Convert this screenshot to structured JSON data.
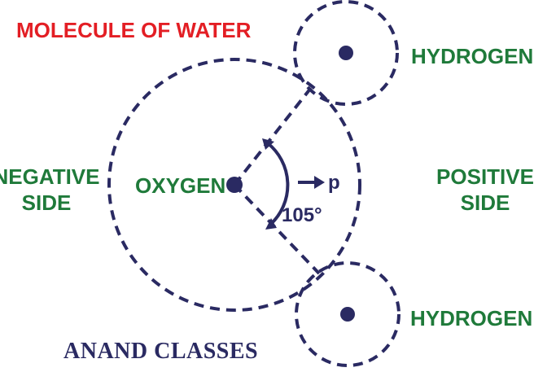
{
  "title": "MOLECULE OF WATER",
  "labels": {
    "hydrogen_top": "HYDROGEN",
    "hydrogen_bottom": "HYDROGEN",
    "oxygen": "OXYGEN",
    "negative_line1": "NEGATIVE",
    "negative_line2": "SIDE",
    "positive_line1": "POSITIVE",
    "positive_line2": "SIDE",
    "dipole": "p",
    "angle": "105°",
    "brand": "ANAND CLASSES"
  },
  "colors": {
    "title": "#e31e24",
    "labels": "#1f7a3a",
    "lines": "#2a2a62"
  },
  "icons": {
    "dipole_arrow": "arrow-right-icon"
  }
}
